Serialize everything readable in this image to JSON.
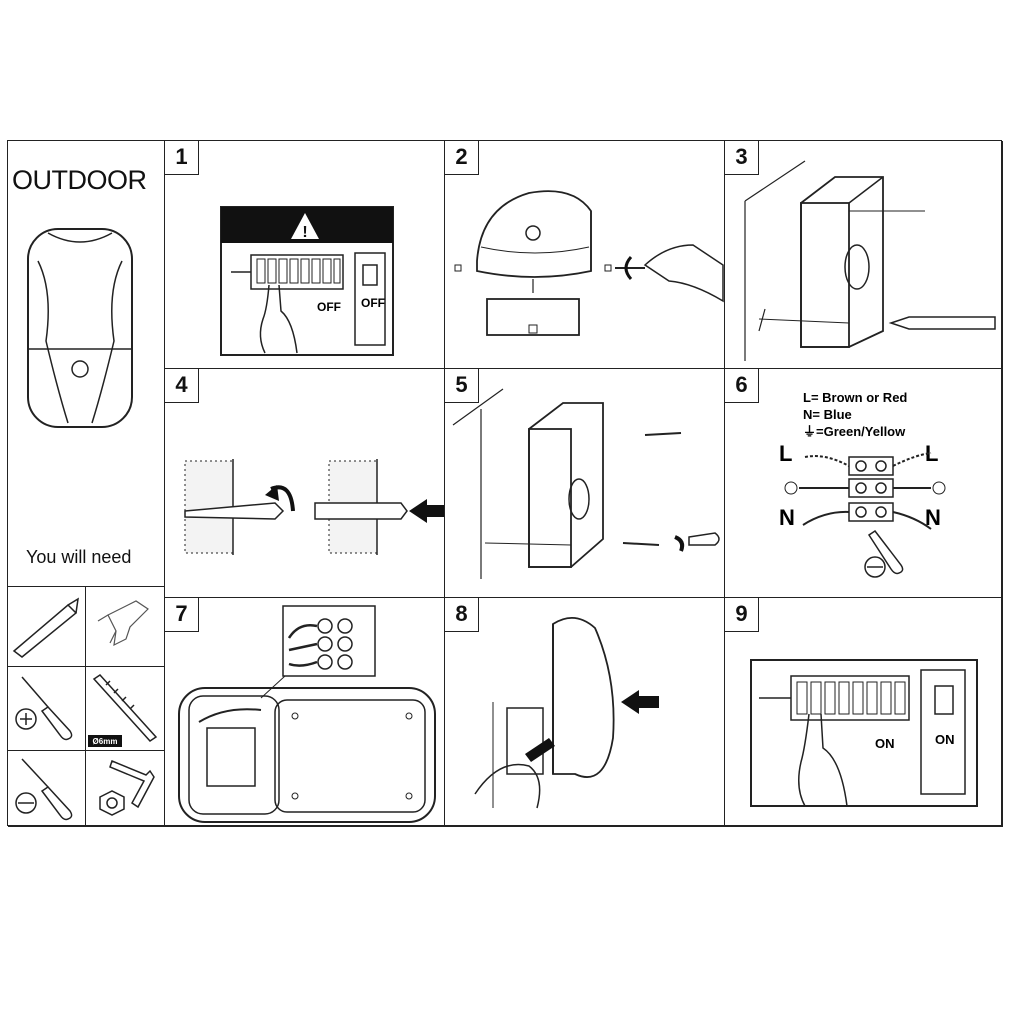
{
  "sidebar": {
    "title": "OUTDOOR",
    "you_will_need": "You will need",
    "tools": [
      {
        "name": "pencil"
      },
      {
        "name": "drill"
      },
      {
        "name": "phillips-screwdriver"
      },
      {
        "name": "drill-bit",
        "label": "Ø6mm"
      },
      {
        "name": "flat-screwdriver"
      },
      {
        "name": "hex-key"
      }
    ]
  },
  "steps": [
    {
      "number": "1",
      "switch_label_left": "OFF",
      "switch_label_right": "OFF"
    },
    {
      "number": "2"
    },
    {
      "number": "3"
    },
    {
      "number": "4"
    },
    {
      "number": "5"
    },
    {
      "number": "6",
      "legend": [
        "L= Brown or Red",
        "N= Blue",
        "⏚=Green/Yellow"
      ],
      "terminal_labels": {
        "live": "L",
        "neutral": "N"
      }
    },
    {
      "number": "7"
    },
    {
      "number": "8"
    },
    {
      "number": "9",
      "switch_label_left": "ON",
      "switch_label_right": "ON"
    }
  ],
  "colors": {
    "line": "#222222",
    "warning_bar": "#111111",
    "background": "#ffffff"
  }
}
